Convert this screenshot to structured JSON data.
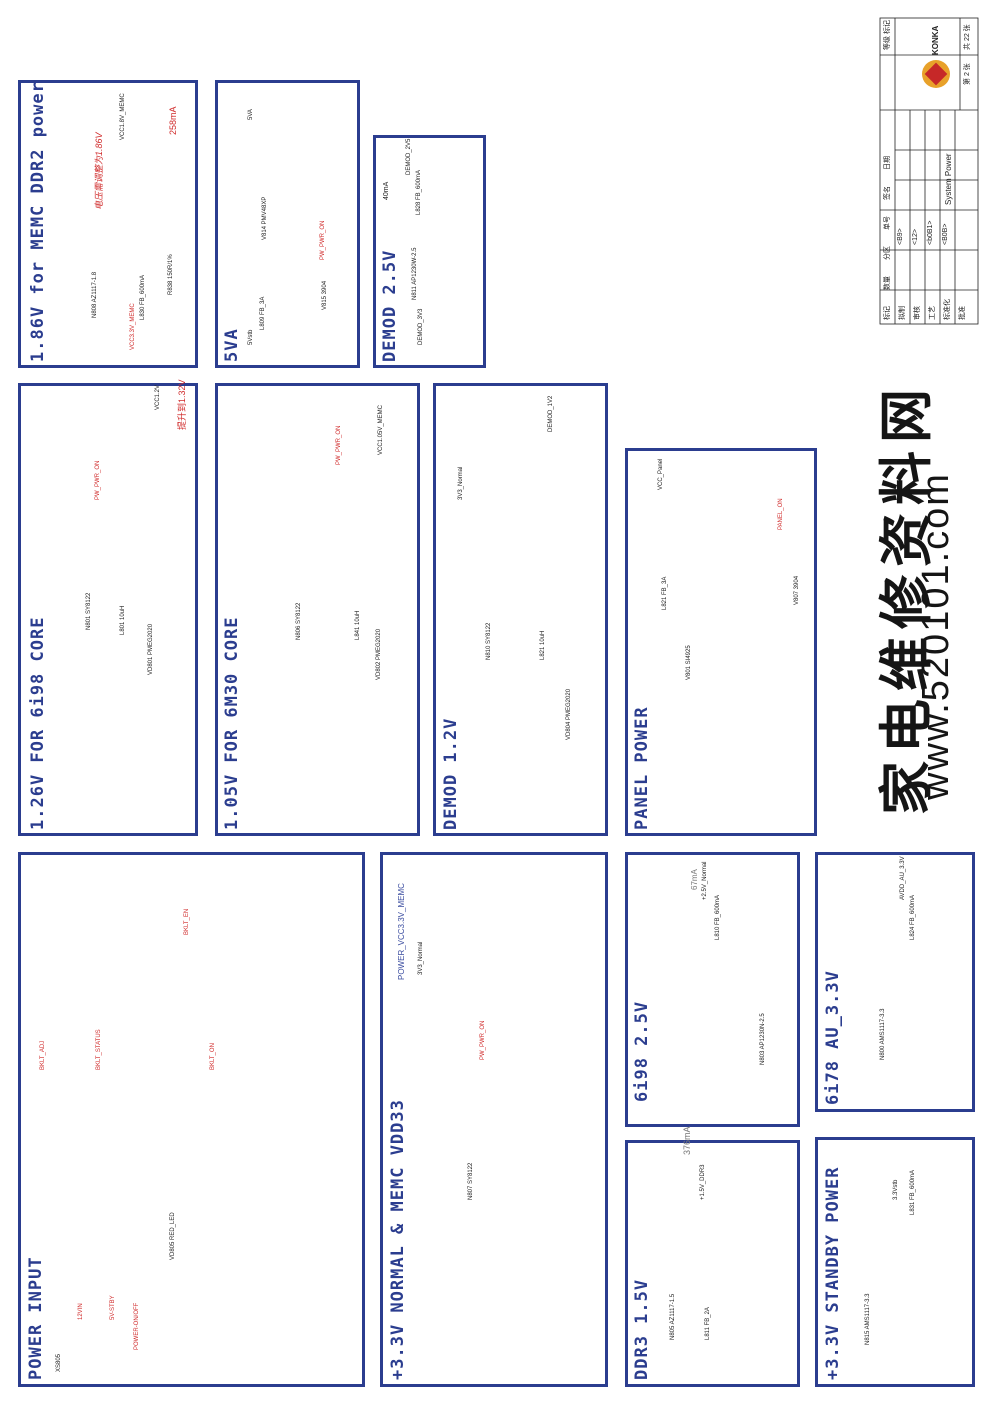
{
  "sheet": {
    "title": "System Power",
    "brand": "KONKA",
    "page": "第 2 张",
    "total": "共 22 张",
    "grade_label": "等级 标记",
    "rev_headers": [
      "标记",
      "数量",
      "分区",
      "单号",
      "签名",
      "日期"
    ],
    "rows": [
      {
        "label": "拟制",
        "value": "<B9>"
      },
      {
        "label": "审核",
        "value": "<12>"
      },
      {
        "label": "工艺",
        "value": "<b0B1>"
      },
      {
        "label": "标准化",
        "value": "<B0B>"
      },
      {
        "label": "批准",
        "value": ""
      }
    ]
  },
  "watermark": {
    "cn": "家电维修资料网",
    "url": "www.520101.com"
  },
  "sections": {
    "ddr2": {
      "title": "1.86V for MEMC DDR2 power",
      "note": "电压需调整为1.86V",
      "current": "258mA",
      "net_in": "VCC3.3V_MEMC",
      "net_out": "VCC1.8V_MEMC",
      "ic": "N808 AZ1117-1.8",
      "fb": "L830 FB_600mA",
      "r": "R838 150R/1%"
    },
    "fivev": {
      "title": "5VA",
      "net_in": "5Vstb",
      "net_out": "5VA",
      "fet": "V814 PMV48XP",
      "q": "V815 3904",
      "ctrl": "PW_PWR_ON",
      "fb": "L809 FB_3A"
    },
    "demod25": {
      "title": "DEMOD 2.5V",
      "current": "40mA",
      "net_in": "DEMOD_3V3",
      "net_out": "DEMOD_2V5",
      "ic": "N811 AP1230W-2.5",
      "fb": "L828 FB_600mA"
    },
    "core6198": {
      "title": "1.26V FOR 6i98 CORE",
      "note": "提升到1.32V",
      "net_out": "VCC1.2V",
      "ctrl": "PW_PWR_ON",
      "ic": "N801 SY8122",
      "inductor": "L801 10uH",
      "diode": "VD801 PMEG2020"
    },
    "core6m30": {
      "title": "1.05V FOR 6M30 CORE",
      "net_out": "VCC1.05V_MEMC",
      "ctrl": "PW_PWR_ON",
      "ic": "N806 SY8122",
      "inductor": "L841 10uH",
      "diode": "VD802 PMEG2020"
    },
    "demod12": {
      "title": "DEMOD 1.2V",
      "net_in": "3V3_Normal",
      "net_out": "DEMOD_1V2",
      "ic": "N810 SY8122",
      "inductor": "L821 10uH",
      "diode": "VD804 PMEG2020"
    },
    "panel": {
      "title": "PANEL POWER",
      "net_out": "VCC_Panel",
      "ctrl": "PANEL_ON",
      "fet": "V801 SI4925",
      "q": "V807 3904",
      "fb": "L821 FB_3A"
    },
    "power_input": {
      "title": "POWER INPUT",
      "connector": "XS805",
      "nets": [
        "12VIN",
        "5V-STBY",
        "POWER-ON/OFF",
        "BKLT_ADJ",
        "BKLT_STATUS",
        "BKLT_EN",
        "BKLT_ON"
      ],
      "led": "VD805 RED_LED"
    },
    "normal33": {
      "title": "+3.3V NORMAL & MEMC VDD33",
      "sub": "POWER_VCC3.3V_MEMC",
      "net_out": "3V3_Normal",
      "ctrl": "PW_PWR_ON",
      "ic": "N807 SY8122"
    },
    "ddr3": {
      "title": "DDR3 1.5V",
      "current": "376mA",
      "net_out": "+1.5V_DDR3",
      "ic": "N805 AZ1117-1.5",
      "fb": "L811 FB_2A"
    },
    "v6198_25": {
      "title": "6i98 2.5V",
      "current": "67mA",
      "net_out": "+2.5V_Normal",
      "ic": "N803 AP1230N-2.5",
      "fb": "L810 FB_600mA"
    },
    "au33": {
      "title": "6i78 AU_3.3V",
      "net_out": "AVDD_AU_3.3V",
      "ic": "N800 AMS1117-3.3",
      "fb": "L824 FB_600mA"
    },
    "standby": {
      "title": "+3.3V STANDBY POWER",
      "net_out": "3.3Vstb",
      "ic": "N815 AMS1117-3.3",
      "fb": "L831 FB_600mA"
    }
  }
}
